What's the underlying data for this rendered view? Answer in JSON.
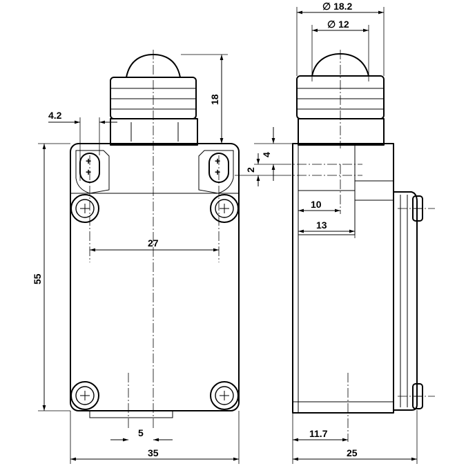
{
  "dimensions": {
    "hole_offset": "4.2",
    "plunger_height": "18",
    "hole_spacing": "27",
    "body_height": "55",
    "bottom_offset": "5",
    "body_width": "35",
    "plunger_outer_dia": "∅ 18.2",
    "plunger_inner_dia": "∅ 12",
    "slot_height": "4",
    "slot_width": "2",
    "depth_10": "10",
    "depth_13": "13",
    "bottom_depth": "11.7",
    "body_depth": "25"
  }
}
